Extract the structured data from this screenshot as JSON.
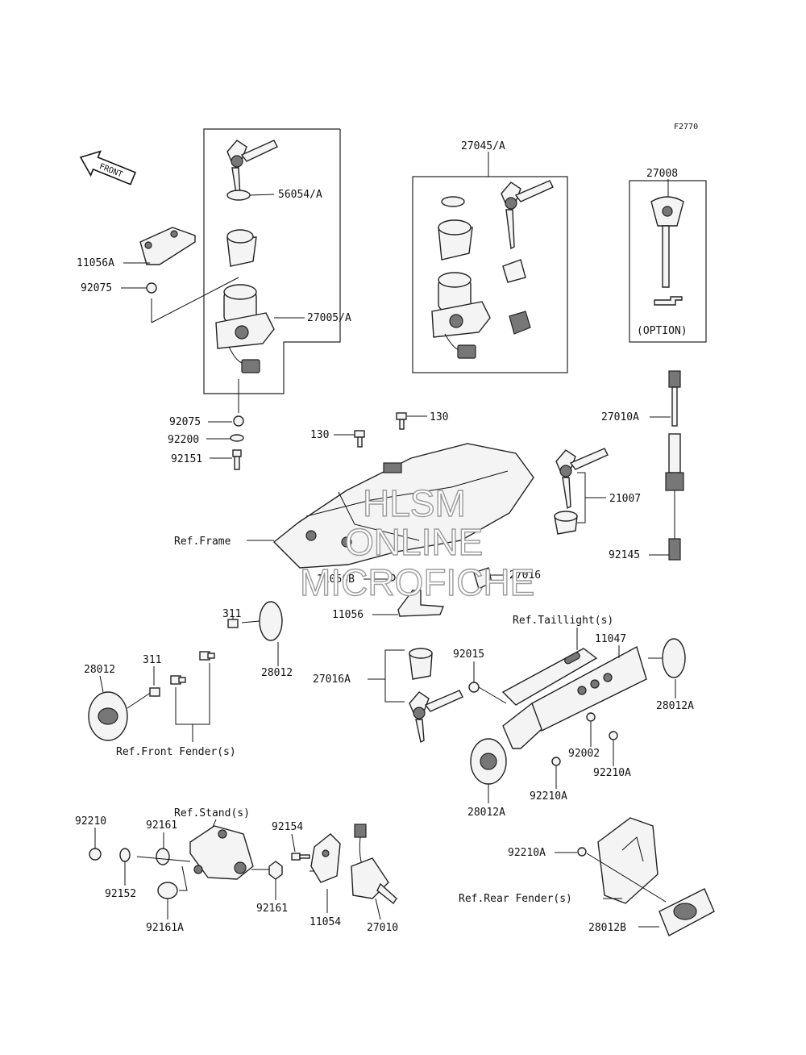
{
  "figure_code": "F2770",
  "front_arrow": "FRONT",
  "watermark": [
    "HLSM",
    "ONLINE",
    "MICROFICHE"
  ],
  "labels": {
    "p56054A": "56054/A",
    "p11056A": "11056A",
    "p92075a": "92075",
    "p27005A": "27005/A",
    "p92075b": "92075",
    "p92200": "92200",
    "p92151": "92151",
    "p27045A": "27045/A",
    "p27008": "27008",
    "option": "(OPTION)",
    "p130a": "130",
    "p130b": "130",
    "p27010A": "27010A",
    "refFrame": "Ref.Frame",
    "p21007": "21007",
    "p92145": "92145",
    "p11056B": "11056B",
    "p27016": "27016",
    "p11056": "11056",
    "refTaillight": "Ref.Taillight(s)",
    "p311a": "311",
    "p311b": "311",
    "p28012a": "28012",
    "p28012b": "28012",
    "p11047": "11047",
    "p92015": "92015",
    "p27016A": "27016A",
    "p28012Aa": "28012A",
    "p28012Ab": "28012A",
    "p92002": "92002",
    "p92210Aa": "92210A",
    "p92210Ab": "92210A",
    "p92210Ac": "92210A",
    "refFrontFender": "Ref.Front Fender(s)",
    "refStand": "Ref.Stand(s)",
    "p92210": "92210",
    "p92161a": "92161",
    "p92154": "92154",
    "p92152": "92152",
    "p92161b": "92161",
    "p11054": "11054",
    "p27010": "27010",
    "p92161A": "92161A",
    "refRearFender": "Ref.Rear Fender(s)",
    "p28012B": "28012B"
  }
}
